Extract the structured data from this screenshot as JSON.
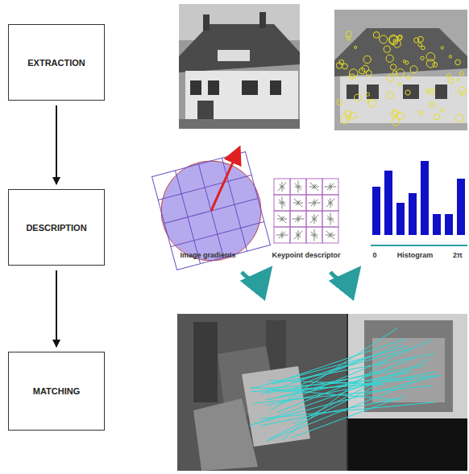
{
  "diagram": {
    "nodes": [
      {
        "text": [
          "EXTRACTION"
        ]
      },
      {
        "text": [
          "DESCRIPTION"
        ]
      },
      {
        "text": [
          "MATCHING"
        ]
      }
    ],
    "edges": [
      {
        "from": 0,
        "to": 1,
        "arrow": "to"
      },
      {
        "from": 1,
        "to": 2,
        "arrow": "to"
      }
    ],
    "labels": [
      "Image gradients",
      "Keypoint descriptor",
      "Histogram",
      "0",
      "2π"
    ]
  }
}
